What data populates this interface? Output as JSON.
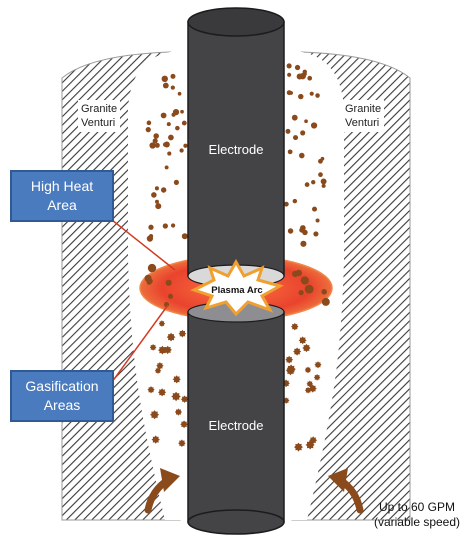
{
  "labels": {
    "granite_left": [
      "Granite",
      "Venturi"
    ],
    "granite_right": [
      "Granite",
      "Venturi"
    ],
    "electrode_top": "Electrode",
    "electrode_bottom": "Electrode",
    "plasma_arc": "Plasma Arc",
    "high_heat": [
      "High Heat",
      "Area"
    ],
    "gasification": [
      "Gasification",
      "Areas"
    ],
    "flow_line1": "Up to 60 GPM",
    "flow_line2": "(variable speed)"
  },
  "colors": {
    "electrode": "#444446",
    "electrode_edge": "#1c1c1e",
    "hatch": "#3a3a3a",
    "particle": "#8a4a1c",
    "heat_zone": "#e84a2a",
    "callout_fill": "#4a7bbf",
    "arrow": "#8a4a1c"
  }
}
